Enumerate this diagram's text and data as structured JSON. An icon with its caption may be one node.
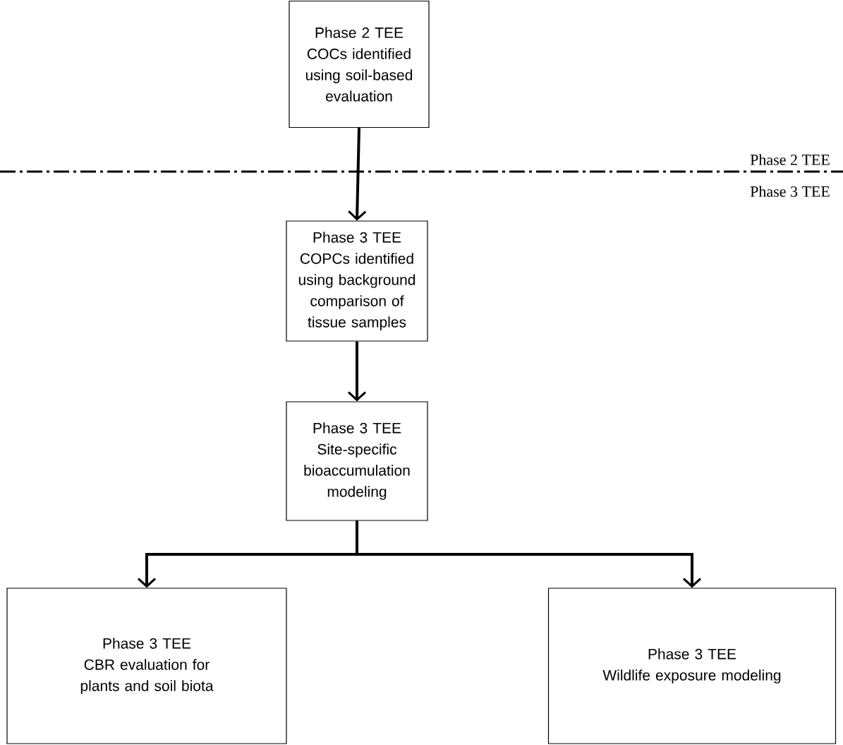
{
  "diagram": {
    "nodes": [
      {
        "text": [
          "Phase 2 TEE",
          "COCs  identified using soil-based evaluation"
        ]
      },
      {
        "text": [
          "Phase 3 TEE",
          "COPCs identified using background comparison of tissue samples"
        ]
      },
      {
        "text": [
          "Phase 3 TEE",
          "Site-specific bioaccumulation modeling"
        ]
      },
      {
        "text": [
          "Phase 3 TEE",
          "CBR evaluation for plants and soil biota"
        ]
      },
      {
        "text": [
          "Phase 3 TEE",
          "Wildlife exposure modeling"
        ]
      }
    ],
    "edges": [
      {
        "from": 0,
        "to": 1,
        "arrow": "to"
      },
      {
        "from": 1,
        "to": 2,
        "arrow": "to"
      },
      {
        "from": 2,
        "to": 3,
        "arrow": "to"
      },
      {
        "from": 2,
        "to": 4,
        "arrow": "to"
      }
    ],
    "labels": [
      "Phase 2 TEE",
      "Phase 3 TEE"
    ]
  }
}
